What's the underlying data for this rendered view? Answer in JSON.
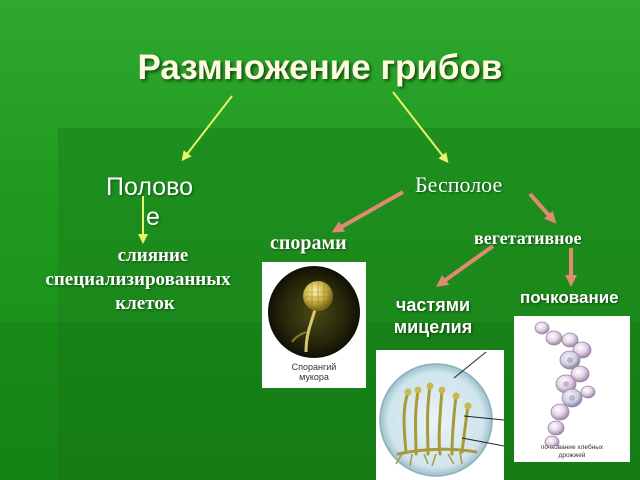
{
  "title": "Размножение грибов",
  "sexual": {
    "line1": "Полово",
    "line2": "е"
  },
  "fusion": {
    "line1": "слияние",
    "line2": "специализированных",
    "line3": "клеток"
  },
  "asexual": "Бесполое",
  "spores": "спорами",
  "vegetative": "вегетативное",
  "mycelium": {
    "line1": "частями",
    "line2": "мицелия"
  },
  "budding": "почкование",
  "images": {
    "sporangium_caption": {
      "line1": "Спорангий",
      "line2": "мукора"
    },
    "yeast_caption": {
      "line1": "почкование хлебных",
      "line2": "дрожжей"
    }
  },
  "colors": {
    "yellow_arrow": "#e8f56a",
    "salmon_arrow": "#e08a70",
    "title": "#fffbe0"
  }
}
